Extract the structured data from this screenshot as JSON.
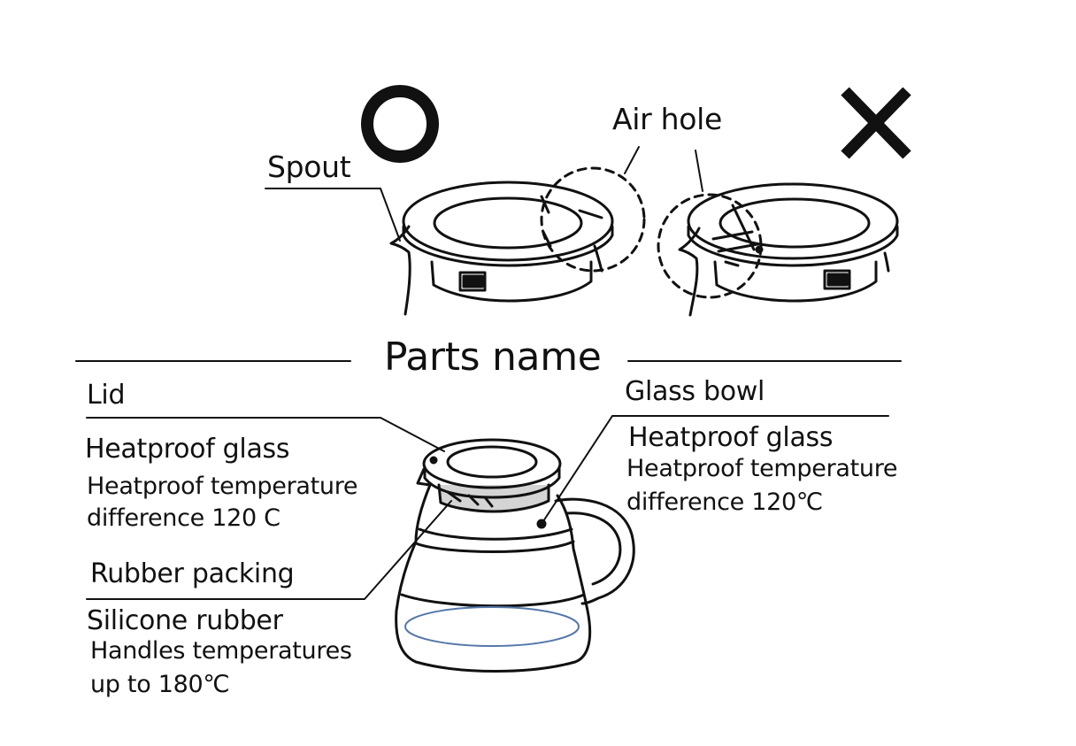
{
  "labels": {
    "spout": "Spout",
    "air_hole": "Air hole",
    "parts_name": "Parts name",
    "lid": "Lid",
    "lid_material": "Heatproof glass",
    "lid_temp_line1": "Heatproof temperature",
    "lid_temp_line2": "difference 120 C",
    "rubber_packing": "Rubber packing",
    "rubber_material": "Silicone rubber",
    "rubber_temp_line1": "Handles temperatures",
    "rubber_temp_line2": "up to 180℃",
    "glass_bowl": "Glass bowl",
    "bowl_material": "Heatproof glass",
    "bowl_temp_line1": "Heatproof temperature",
    "bowl_temp_line2": "difference 120℃"
  },
  "symbols": {
    "correct": "correct-circle-icon",
    "incorrect": "incorrect-cross-icon"
  },
  "colors": {
    "ink": "#111111",
    "water_line": "#5577aa"
  }
}
